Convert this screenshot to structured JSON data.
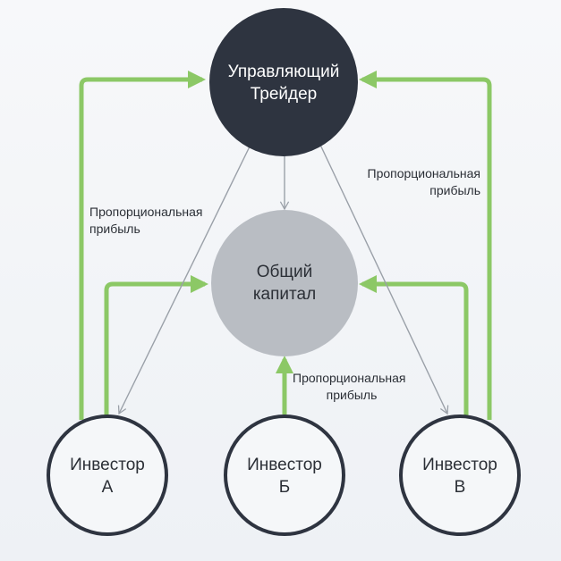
{
  "nodes": {
    "trader": {
      "line1": "Управляющий",
      "line2": "Трейдер"
    },
    "capital": {
      "line1": "Общий",
      "line2": "капитал"
    },
    "investor_a": {
      "line1": "Инвестор",
      "line2": "А"
    },
    "investor_b": {
      "line1": "Инвестор",
      "line2": "Б"
    },
    "investor_c": {
      "line1": "Инвестор",
      "line2": "В"
    }
  },
  "edge_labels": {
    "left_profit": {
      "line1": "Пропорциональная",
      "line2": "прибыль"
    },
    "right_profit": {
      "line1": "Пропорциональная",
      "line2": "прибыль"
    },
    "center_profit": {
      "line1": "Пропорциональная",
      "line2": "прибыль"
    }
  },
  "colors": {
    "trader_fill": "#2e3440",
    "capital_fill": "#b9bdc3",
    "investor_stroke": "#2e3440",
    "flow_green": "#8cc866",
    "flow_gray": "#9aa0a8",
    "text_dark": "#2b2f36",
    "text_light": "#ffffff"
  }
}
